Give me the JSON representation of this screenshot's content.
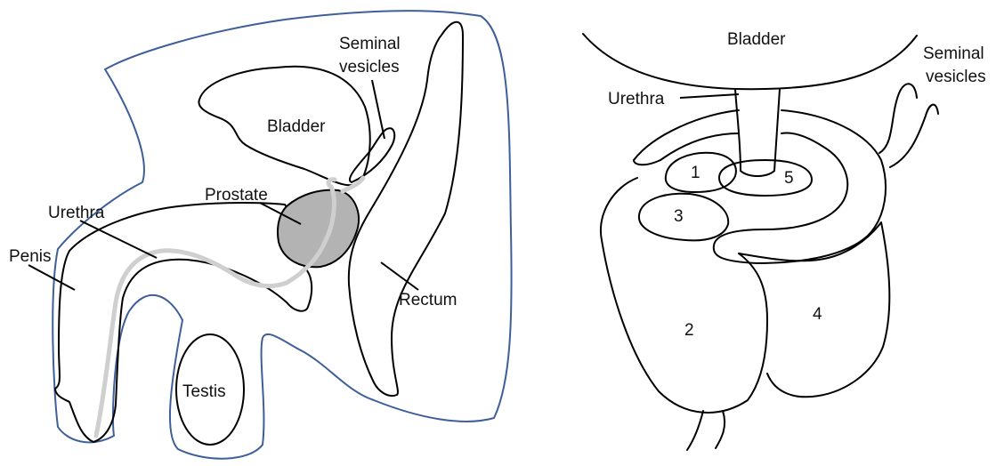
{
  "left_diagram": {
    "labels": {
      "seminal_line1": "Seminal",
      "seminal_line2": "vesicles",
      "bladder": "Bladder",
      "prostate": "Prostate",
      "urethra": "Urethra",
      "penis": "Penis",
      "rectum": "Rectum",
      "testis": "Testis"
    }
  },
  "right_diagram": {
    "labels": {
      "bladder": "Bladder",
      "urethra": "Urethra",
      "seminal_line1": "Seminal",
      "seminal_line2": "vesicles"
    },
    "zones": [
      "1",
      "2",
      "3",
      "4",
      "5"
    ]
  },
  "colors": {
    "body_outline": "#3f5f9a",
    "prostate_fill": "#b3b3b3",
    "urethra_stroke": "#cfcfcf"
  }
}
